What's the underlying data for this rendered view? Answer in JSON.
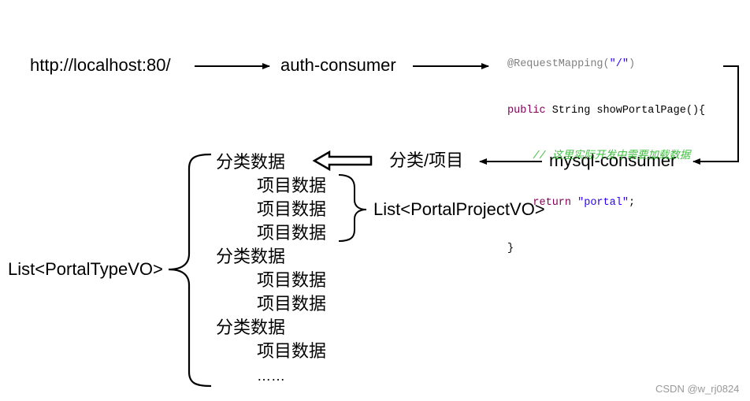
{
  "flow": {
    "url": "http://localhost:80/",
    "auth_consumer": "auth-consumer",
    "mysql_consumer": "mysql-consumer",
    "category_project": "分类/项目"
  },
  "code": {
    "line1_annotation": "@RequestMapping(",
    "line1_string": "\"/\"",
    "line1_close": ")",
    "line2_keyword": "public",
    "line2_rest": " String showPortalPage(){",
    "line3_comment": "    // 这里实际开发中需要加载数据",
    "line4_keyword": "    return",
    "line4_string": " \"portal\"",
    "line4_end": ";",
    "line5": "}"
  },
  "tree": {
    "list_type_label": "List<PortalTypeVO>",
    "list_project_label": "List<PortalProjectVO>",
    "items": [
      {
        "text": "分类数据",
        "level": 0
      },
      {
        "text": "项目数据",
        "level": 1
      },
      {
        "text": "项目数据",
        "level": 1
      },
      {
        "text": "项目数据",
        "level": 1
      },
      {
        "text": "分类数据",
        "level": 0
      },
      {
        "text": "项目数据",
        "level": 1
      },
      {
        "text": "项目数据",
        "level": 1
      },
      {
        "text": "分类数据",
        "level": 0
      },
      {
        "text": "项目数据",
        "level": 1
      },
      {
        "text": "……",
        "level": 1
      }
    ]
  },
  "watermark": "CSDN @w_rj0824"
}
